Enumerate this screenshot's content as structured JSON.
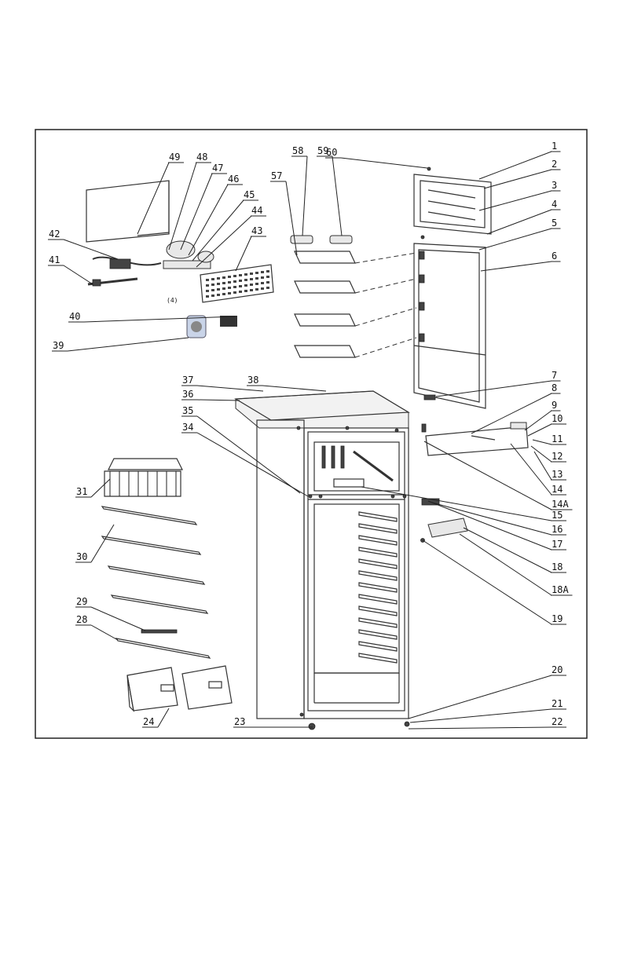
{
  "diagram": {
    "callouts": [
      "1",
      "2",
      "3",
      "4",
      "5",
      "6",
      "7",
      "8",
      "9",
      "10",
      "11",
      "12",
      "13",
      "14",
      "14A",
      "15",
      "16",
      "17",
      "18",
      "18A",
      "19",
      "20",
      "21",
      "22",
      "23",
      "24",
      "28",
      "29",
      "30",
      "31",
      "34",
      "35",
      "36",
      "37",
      "38",
      "39",
      "40",
      "41",
      "42",
      "43",
      "44",
      "45",
      "46",
      "47",
      "48",
      "49",
      "57",
      "58",
      "59",
      "60"
    ],
    "small_marks": [
      "(4)"
    ]
  }
}
